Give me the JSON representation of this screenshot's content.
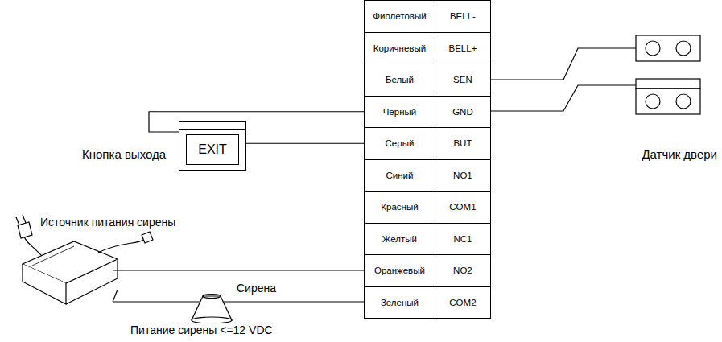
{
  "diagram": {
    "nodes": [
      {
        "text": [
          "Фиолетовый",
          "BELL-"
        ]
      },
      {
        "text": [
          "Коричневый",
          "BELL+"
        ]
      },
      {
        "text": [
          "Белый",
          "SEN"
        ]
      },
      {
        "text": [
          "Черный",
          "GND"
        ]
      },
      {
        "text": [
          "Серый",
          "BUT"
        ]
      },
      {
        "text": [
          "Синий",
          "NO1"
        ]
      },
      {
        "text": [
          "Красный",
          "COM1"
        ]
      },
      {
        "text": [
          "Желтый",
          "NC1"
        ]
      },
      {
        "text": [
          "Оранжевый",
          "NO2"
        ]
      },
      {
        "text": [
          "Зеленый",
          "COM2"
        ]
      },
      {
        "text": [
          "EXIT"
        ]
      }
    ],
    "edges": [
      {
        "from": 10,
        "to": 3,
        "arrow": "none"
      },
      {
        "from": 10,
        "to": 4,
        "arrow": "none"
      }
    ],
    "labels": [
      "Кнопка выхода",
      "Датчик двери",
      "Источник питания сирены",
      "Сирена",
      "Питание сирены <=12 VDC"
    ]
  }
}
